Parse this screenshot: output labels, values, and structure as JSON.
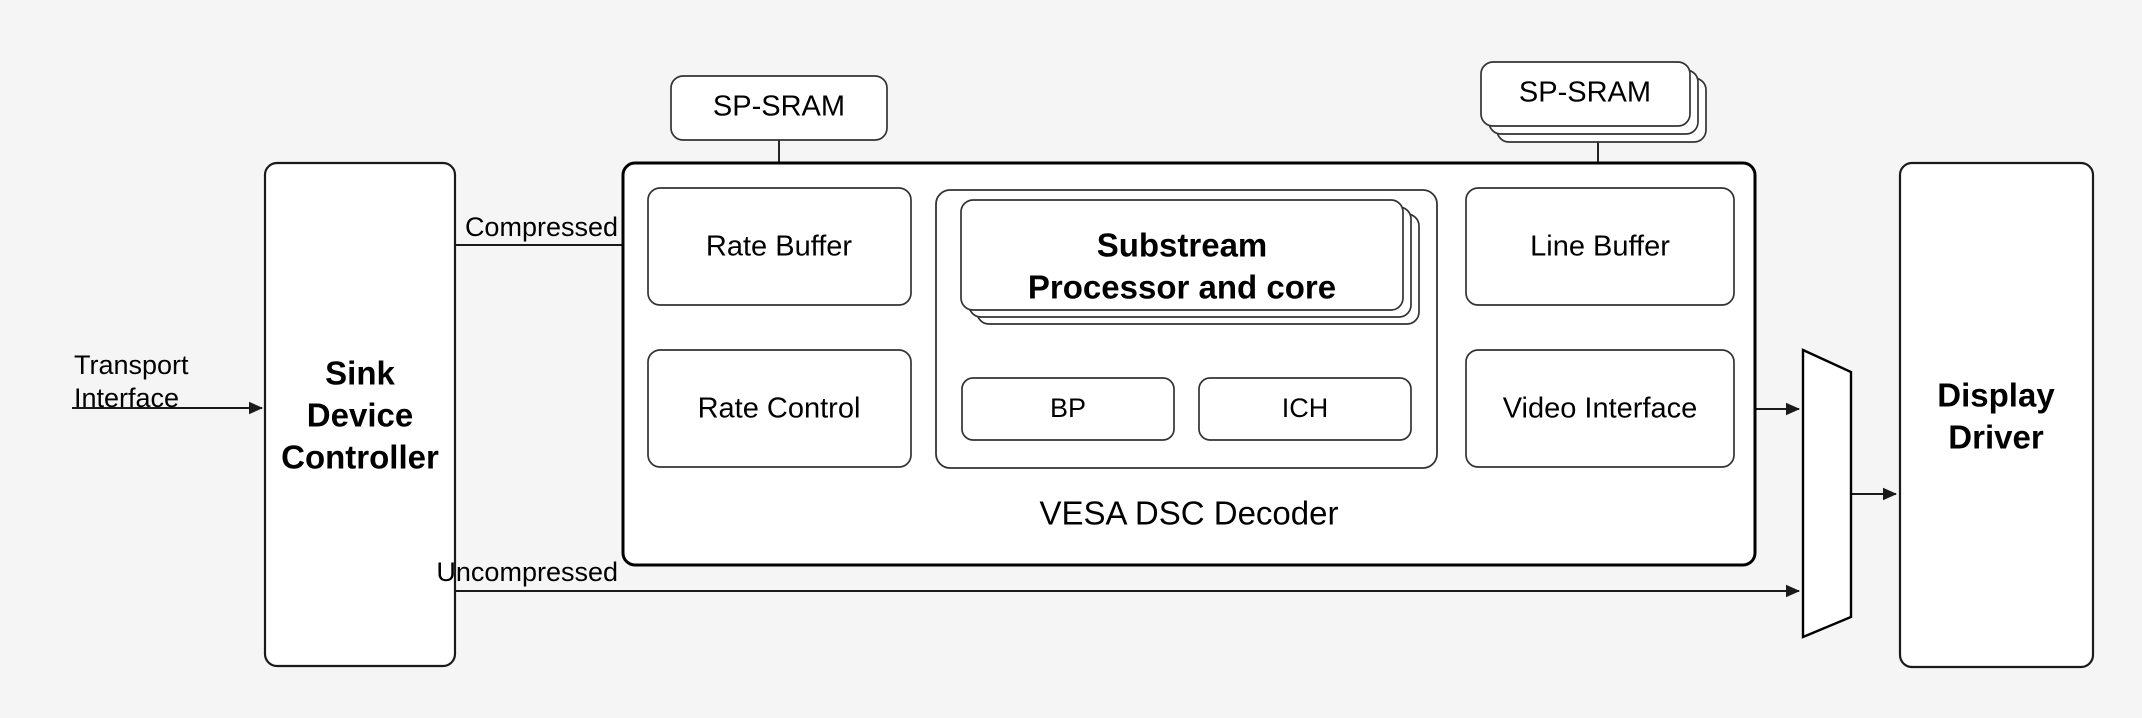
{
  "diagram": {
    "title_block": "VESA DSC Decoder",
    "background_color": "#f5f5f5",
    "stroke_color": "#1a1a1a",
    "fill_color": "#ffffff"
  },
  "edge_labels": {
    "transport_interface": "Transport\nInterface",
    "transport_interface_line1": "Transport",
    "transport_interface_line2": "Interface",
    "compressed": "Compressed",
    "uncompressed": "Uncompressed"
  },
  "blocks": {
    "sink_device_controller": {
      "line1": "Sink",
      "line2": "Device",
      "line3": "Controller"
    },
    "sram_left": {
      "label": "SP-SRAM"
    },
    "sram_right": {
      "label": "SP-SRAM"
    },
    "rate_buffer": {
      "label": "Rate Buffer"
    },
    "rate_control": {
      "label": "Rate Control"
    },
    "substream_processor": {
      "line1": "Substream",
      "line2": "Processor and core"
    },
    "bp": {
      "label": "BP"
    },
    "ich": {
      "label": "ICH"
    },
    "line_buffer": {
      "label": "Line Buffer"
    },
    "video_interface": {
      "label": "Video Interface"
    },
    "display_driver": {
      "line1": "Display",
      "line2": "Driver"
    },
    "output_mux": {
      "label": ""
    }
  }
}
